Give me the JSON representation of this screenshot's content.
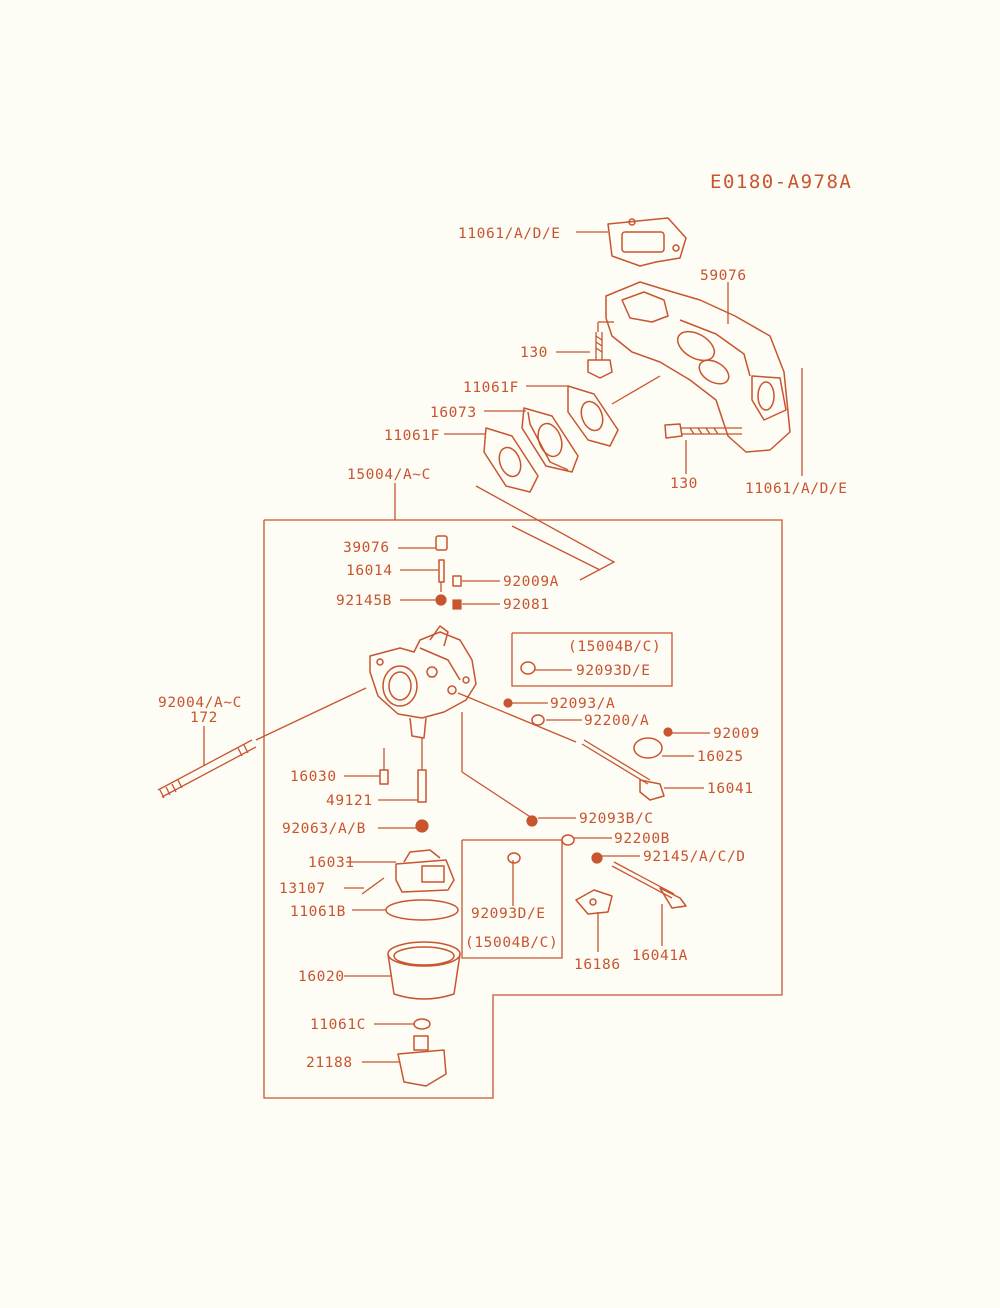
{
  "diagram_code": "E0180-A978A",
  "labels": {
    "l_11061ade_top": "11061/A/D/E",
    "l_59076": "59076",
    "l_130_a": "130",
    "l_11061f_a": "11061F",
    "l_16073": "16073",
    "l_11061f_b": "11061F",
    "l_130_b": "130",
    "l_11061ade_right": "11061/A/D/E",
    "l_15004": "15004/A~C",
    "l_39076": "39076",
    "l_16014": "16014",
    "l_92009a": "92009A",
    "l_92145b": "92145B",
    "l_92081": "92081",
    "l_15004bc_a": "(15004B/C)",
    "l_92093de_a": "92093D/E",
    "l_92093a": "92093/A",
    "l_92200a": "92200/A",
    "l_92009": "92009",
    "l_16025": "16025",
    "l_16041": "16041",
    "l_92004": "92004/A~C",
    "l_172": "172",
    "l_16030": "16030",
    "l_49121": "49121",
    "l_92063": "92063/A/B",
    "l_92093bc": "92093B/C",
    "l_92200b": "92200B",
    "l_92145acd": "92145/A/C/D",
    "l_16031": "16031",
    "l_13107": "13107",
    "l_11061b": "11061B",
    "l_92093de_b": "92093D/E",
    "l_15004bc_b": "(15004B/C)",
    "l_16186": "16186",
    "l_16041a": "16041A",
    "l_16020": "16020",
    "l_11061c": "11061C",
    "l_21188": "21188"
  }
}
